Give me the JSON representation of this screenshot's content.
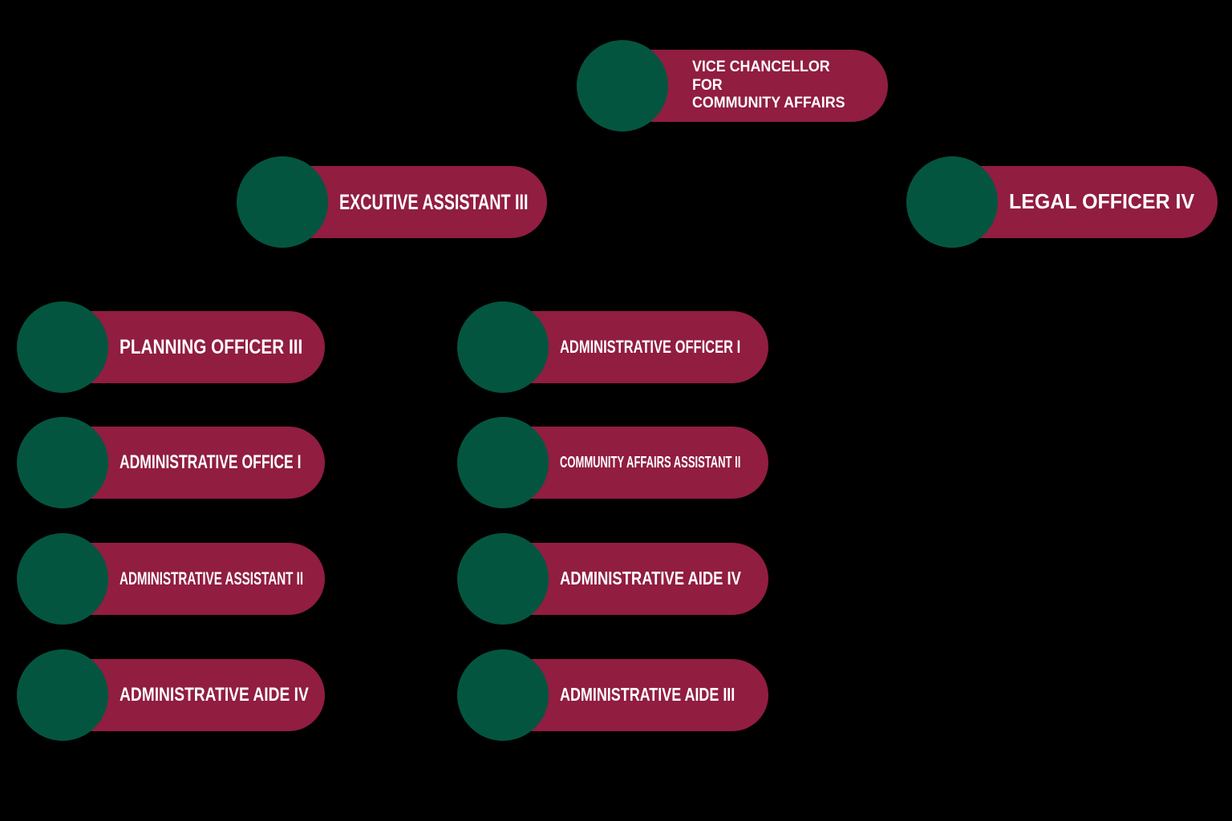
{
  "palette": {
    "background": "#000000",
    "pill_color": "#911D41",
    "circle_color": "#045540",
    "text_color": "#FFFFFF"
  },
  "nodes": {
    "top": {
      "label": "VICE CHANCELLOR\nFOR\nCOMMUNITY AFFAIRS"
    },
    "level2": [
      {
        "label": "EXCUTIVE ASSISTANT III"
      },
      {
        "label": "LEGAL OFFICER IV"
      }
    ],
    "left_column": [
      {
        "label": "PLANNING OFFICER III"
      },
      {
        "label": "ADMINISTRATIVE OFFICE I"
      },
      {
        "label": "ADMINISTRATIVE ASSISTANT II"
      },
      {
        "label": "ADMINISTRATIVE AIDE IV"
      }
    ],
    "middle_column": [
      {
        "label": "ADMINISTRATIVE OFFICER I"
      },
      {
        "label": "COMMUNITY AFFAIRS ASSISTANT II"
      },
      {
        "label": "ADMINISTRATIVE AIDE IV"
      },
      {
        "label": "ADMINISTRATIVE AIDE III"
      }
    ]
  }
}
